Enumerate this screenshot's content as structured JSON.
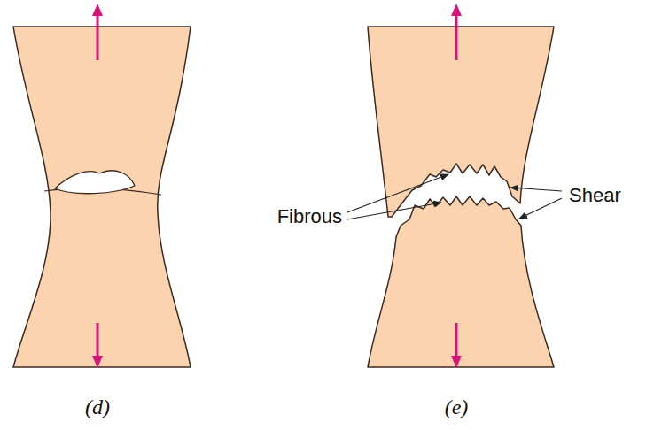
{
  "diagram": {
    "labels": [
      "(d)",
      "(e)",
      "Fibrous",
      "Shear"
    ]
  }
}
